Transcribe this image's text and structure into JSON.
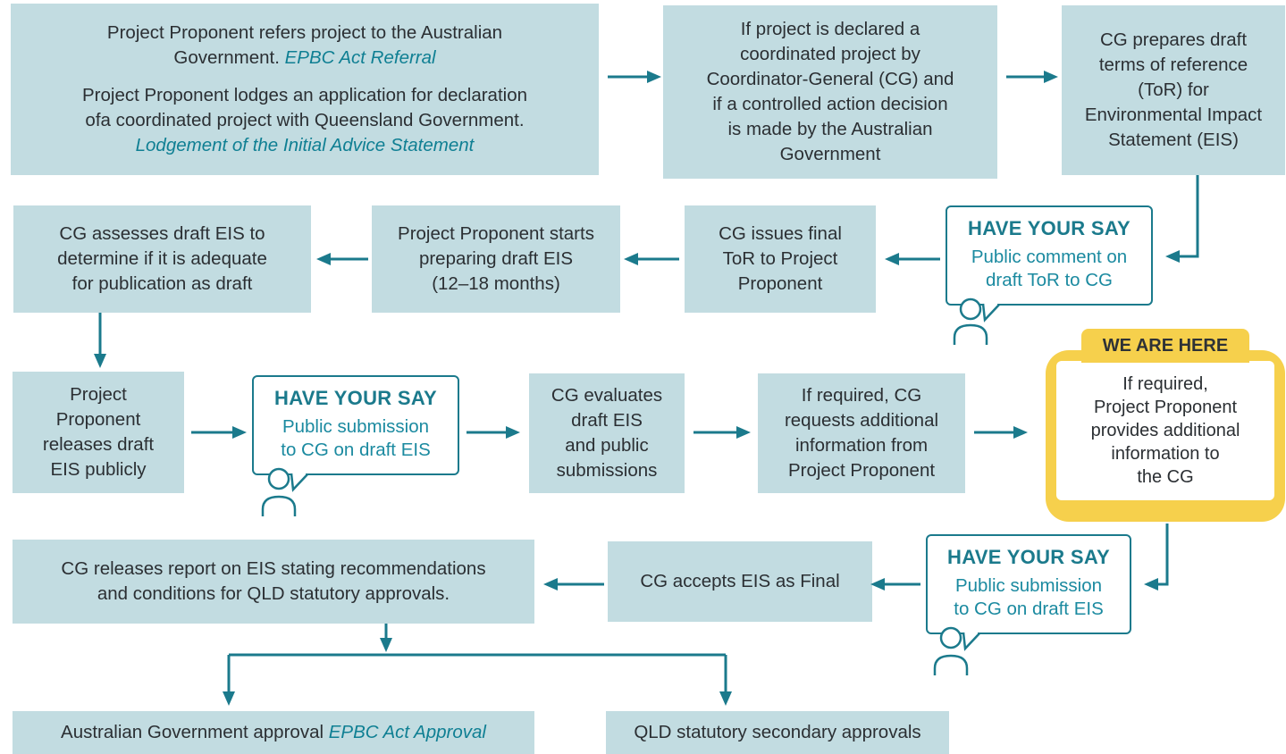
{
  "boxes": {
    "referral_line1": "Project Proponent refers project to the Australian",
    "referral_line2": "Government.",
    "referral_link": "EPBC Act Referral",
    "lodge_line1": "Project Proponent lodges an application for declaration",
    "lodge_line2": "ofa coordinated project with Queensland Government.",
    "lodge_link": "Lodgement of the Initial Advice Statement",
    "declared": [
      "If project is declared a",
      "coordinated project by",
      "Coordinator-General (CG) and",
      "if a controlled action decision",
      "is made by the Australian",
      "Government"
    ],
    "draft_tor": [
      "CG prepares draft",
      "terms of reference",
      "(ToR) for",
      "Environmental Impact",
      "Statement (EIS)"
    ],
    "final_tor": [
      "CG issues final",
      "ToR to Project",
      "Proponent"
    ],
    "preparing": [
      "Project Proponent starts",
      "preparing draft EIS",
      "(12–18 months)"
    ],
    "assess": [
      "CG assesses draft EIS to",
      "determine if it is adequate",
      "for publication as draft"
    ],
    "release": [
      "Project",
      "Proponent",
      "releases draft",
      "EIS publicly"
    ],
    "evaluate": [
      "CG evaluates",
      "draft EIS",
      "and public",
      "submissions"
    ],
    "request": [
      "If required, CG",
      "requests additional",
      "information from",
      "Project Proponent"
    ],
    "provide": [
      "If required,",
      "Project Proponent",
      "provides additional",
      "information to",
      "the CG"
    ],
    "accept": "CG accepts EIS as Final",
    "report": [
      "CG releases report on EIS stating recommendations",
      "and conditions for QLD statutory approvals."
    ],
    "aus_approval": "Australian Government approval",
    "aus_approval_link": "EPBC Act Approval",
    "qld_approval": "QLD statutory secondary approvals"
  },
  "have_your_say": {
    "title": "HAVE YOUR SAY",
    "one": [
      "Public comment on",
      "draft ToR to CG"
    ],
    "two": [
      "Public submission",
      "to CG on draft EIS"
    ],
    "three": [
      "Public submission",
      "to CG on draft EIS"
    ]
  },
  "we_are_here": "WE ARE HERE",
  "colors": {
    "box_fill": "#c2dce1",
    "arrow": "#1b7a8c",
    "highlight": "#f6d04c",
    "link": "#0f7f93"
  },
  "icons": {
    "person": "person-icon",
    "arrow": "arrow-icon"
  }
}
